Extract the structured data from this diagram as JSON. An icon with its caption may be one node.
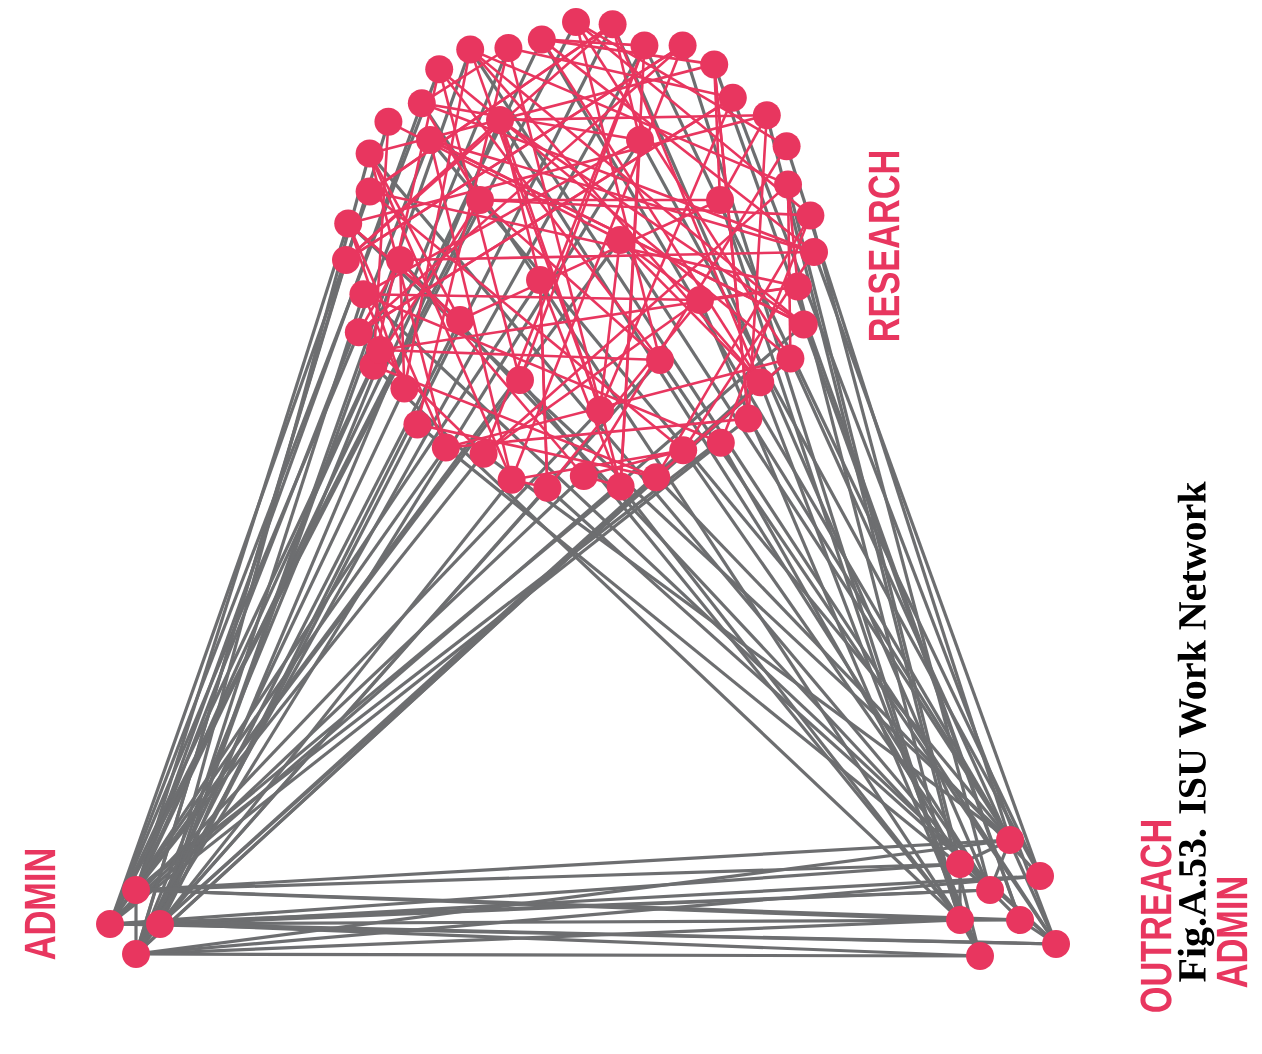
{
  "diagram": {
    "caption": "Fig.A.53. ISU Work Network",
    "labels": [
      "RESEARCH",
      "ADMIN",
      "OUTREACH",
      "ADMIN"
    ]
  }
}
